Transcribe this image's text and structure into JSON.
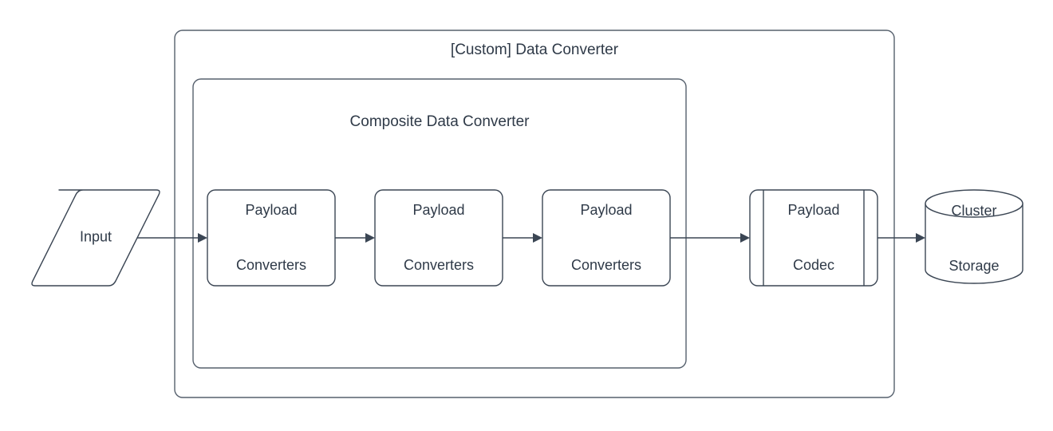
{
  "diagram": {
    "type": "flowchart",
    "orientation": "left-to-right",
    "background_color": "#ffffff",
    "stroke_color": "#3b4654",
    "container_stroke_color": "#56606d",
    "text_color": "#2f3a48",
    "containers": [
      {
        "id": "custom-data-converter",
        "label": "[Custom] Data Converter",
        "shape": "rounded-rectangle",
        "title_position": "top-center"
      },
      {
        "id": "composite-data-converter",
        "label": "Composite Data Converter",
        "shape": "rounded-rectangle",
        "title_position": "top-center",
        "parent": "custom-data-converter"
      }
    ],
    "nodes": [
      {
        "id": "input",
        "label": "Input",
        "shape": "parallelogram"
      },
      {
        "id": "payload-converters-1",
        "label": "Payload\nConverters",
        "shape": "rounded-rectangle",
        "parent": "composite-data-converter"
      },
      {
        "id": "payload-converters-2",
        "label": "Payload\nConverters",
        "shape": "rounded-rectangle",
        "parent": "composite-data-converter"
      },
      {
        "id": "payload-converters-3",
        "label": "Payload\nConverters",
        "shape": "rounded-rectangle",
        "parent": "composite-data-converter"
      },
      {
        "id": "payload-codec",
        "label": "Payload\nCodec",
        "shape": "predefined-process",
        "parent": "custom-data-converter"
      },
      {
        "id": "cluster-storage",
        "label": "Cluster\nStorage",
        "shape": "cylinder"
      }
    ],
    "edges": [
      {
        "from": "input",
        "to": "payload-converters-1",
        "arrow": "single",
        "label": ""
      },
      {
        "from": "payload-converters-1",
        "to": "payload-converters-2",
        "arrow": "single",
        "label": ""
      },
      {
        "from": "payload-converters-2",
        "to": "payload-converters-3",
        "arrow": "single",
        "label": ""
      },
      {
        "from": "payload-converters-3",
        "to": "payload-codec",
        "arrow": "single",
        "label": ""
      },
      {
        "from": "payload-codec",
        "to": "cluster-storage",
        "arrow": "single",
        "label": ""
      }
    ]
  },
  "labels": {
    "outer_title": "[Custom] Data Converter",
    "inner_title": "Composite Data Converter",
    "input": "Input",
    "payload_converters_1_line1": "Payload",
    "payload_converters_1_line2": "Converters",
    "payload_converters_2_line1": "Payload",
    "payload_converters_2_line2": "Converters",
    "payload_converters_3_line1": "Payload",
    "payload_converters_3_line2": "Converters",
    "payload_codec_line1": "Payload",
    "payload_codec_line2": "Codec",
    "cluster_storage_line1": "Cluster",
    "cluster_storage_line2": "Storage"
  }
}
